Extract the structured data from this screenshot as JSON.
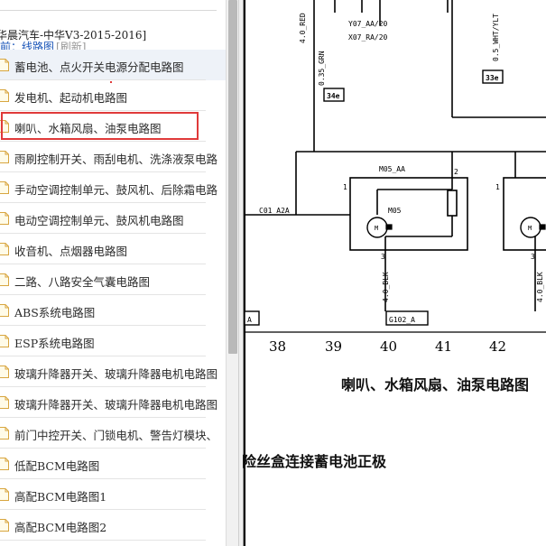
{
  "left_panel": {
    "book_title": "华晨汽车-中华V3-2015-2016]",
    "crumb_current": "前：线路图",
    "crumb_refresh": "[刷新]",
    "items": [
      {
        "label": "蓄电池、点火开关电源分配电路图",
        "icon": "document-icon"
      },
      {
        "label": "发电机、起动机电路图",
        "icon": "document-icon"
      },
      {
        "label": "喇叭、水箱风扇、油泵电路图",
        "icon": "document-icon"
      },
      {
        "label": "雨刷控制开关、雨刮电机、洗涤液泵电路",
        "icon": "document-icon"
      },
      {
        "label": "手动空调控制单元、鼓风机、后除霜电路",
        "icon": "document-icon"
      },
      {
        "label": "电动空调控制单元、鼓风机电路图",
        "icon": "document-icon"
      },
      {
        "label": "收音机、点烟器电路图",
        "icon": "document-icon"
      },
      {
        "label": "二路、八路安全气囊电路图",
        "icon": "document-icon"
      },
      {
        "label": "ABS系统电路图",
        "icon": "document-icon"
      },
      {
        "label": "ESP系统电路图",
        "icon": "document-icon"
      },
      {
        "label": "玻璃升降器开关、玻璃升降器电机电路图",
        "icon": "document-icon"
      },
      {
        "label": "玻璃升降器开关、玻璃升降器电机电路图",
        "icon": "document-icon"
      },
      {
        "label": "前门中控开关、门锁电机、警告灯模块、",
        "icon": "document-icon"
      },
      {
        "label": "低配BCM电路图",
        "icon": "document-icon"
      },
      {
        "label": "高配BCM电路图1",
        "icon": "document-icon"
      },
      {
        "label": "高配BCM电路图2",
        "icon": "document-icon"
      }
    ]
  },
  "diagram": {
    "title": "喇叭、水箱风扇、油泵电路图",
    "section_text": "险丝盒连接蓄电池正极",
    "wire_labels": {
      "w1": "4.0_RED",
      "w2": "Y07_AA/20",
      "w3": "X07_RA/20",
      "w4": "0.35_GRN",
      "w5": "0.5_WHT/YLT",
      "w6": "4.0_BLK",
      "w7": "4.0_BLK"
    },
    "refs": {
      "r1": "34e",
      "r2": "33e"
    },
    "connectors": {
      "c1": "C01_A2A",
      "c2": "M05_AA",
      "c3": "M05",
      "c4": "G102_A",
      "c5": "A",
      "c6": "M"
    },
    "pins": {
      "p1": "1",
      "p2": "2",
      "p3": "3",
      "p4": "1",
      "p5": "3"
    },
    "grid_numbers": [
      "38",
      "39",
      "40",
      "41",
      "42"
    ]
  }
}
